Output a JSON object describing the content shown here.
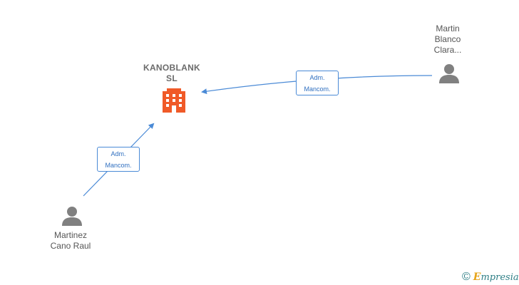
{
  "company": {
    "name_line1": "KANOBLANK",
    "name_line2": "SL",
    "icon": "building-icon",
    "color": "#f05a28"
  },
  "persons": [
    {
      "id": "martin",
      "lines": [
        "Martin",
        "Blanco",
        "Clara..."
      ],
      "icon": "person-icon"
    },
    {
      "id": "martinez",
      "lines": [
        "Martinez",
        "Cano Raul"
      ],
      "icon": "person-icon"
    }
  ],
  "edges": [
    {
      "from": "martin",
      "to": "company",
      "label_line1": "Adm.",
      "label_line2": "Mancom."
    },
    {
      "from": "martinez",
      "to": "company",
      "label_line1": "Adm.",
      "label_line2": "Mancom."
    }
  ],
  "colors": {
    "edge": "#4a8ad6",
    "person": "#808080",
    "text": "#555555"
  },
  "watermark": {
    "symbol": "©",
    "brand_first": "E",
    "brand_rest": "mpresia"
  }
}
